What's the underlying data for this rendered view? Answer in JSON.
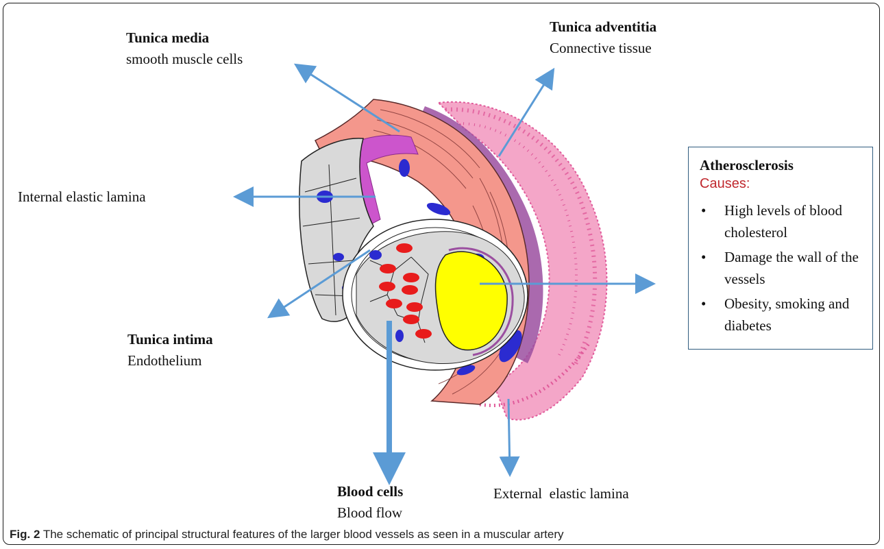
{
  "labels": {
    "media_title": "Tunica media",
    "media_sub": "smooth muscle cells",
    "adventitia_title": "Tunica adventitia",
    "adventitia_sub": "Connective tissue",
    "internal_lamina": "Internal elastic lamina",
    "intima_title": "Tunica intima",
    "intima_sub": "Endothelium",
    "blood_title": "Blood cells",
    "blood_sub": "Blood flow",
    "external_lamina": "External  elastic lamina"
  },
  "infobox": {
    "title": "Atherosclerosis",
    "causes_label": "Causes:",
    "bullet": "•",
    "items": [
      "High levels of blood cholesterol",
      "Damage the wall of the vessels",
      "Obesity, smoking and diabetes"
    ]
  },
  "caption": {
    "fig": "Fig. 2",
    "text": " The schematic of principal structural features of the larger blood vessels as seen in a muscular artery"
  },
  "colors": {
    "arrow": "#5b9bd5",
    "adventitia": "#e05a9a",
    "media": "#f08a80",
    "internal_lamina": "#cc55cc",
    "intima": "#d9d9d9",
    "nucleus": "#2b2bd0",
    "blood_cell": "#e81c1c",
    "plaque": "#ffff00",
    "box_border": "#2f5b7e",
    "causes": "#c0282e"
  }
}
